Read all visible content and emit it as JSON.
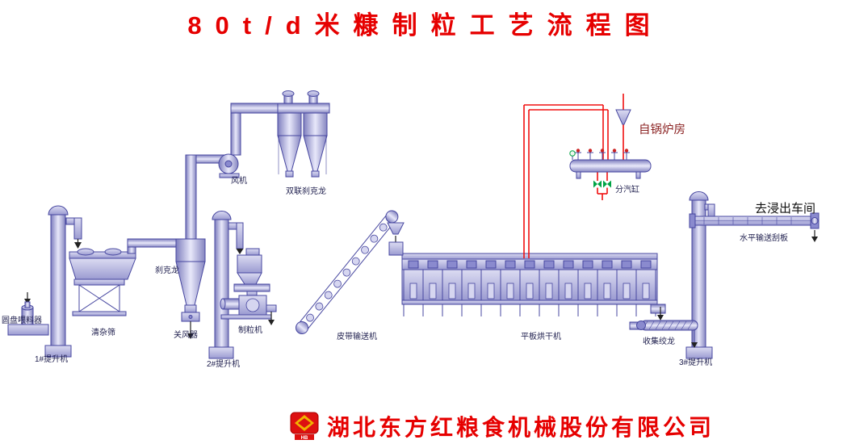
{
  "title": "80t/d米糠制粒工艺流程图",
  "footer": {
    "company": "湖北东方红粮食机械股份有限公司",
    "logo_text": "HB"
  },
  "colors": {
    "title_red": "#e60000",
    "label_ink": "#1f1f4e",
    "equipment_fill": "#b9b9e2",
    "equipment_stroke": "#4747a0",
    "steam_pipe_red": "#f01010",
    "valve_green": "#00a344"
  },
  "labels": {
    "fan": "风机",
    "double_cyclone": "双联刹克龙",
    "from_boiler_room": "自锅炉房",
    "steam_header": "分汽缸",
    "to_extraction_workshop": "去浸出车间",
    "horizontal_scraper_conveyor": "水平输送刮板",
    "cyclone": "刹克龙",
    "disc_feeder": "圆盘喂料器",
    "cleaning_sieve": "清杂筛",
    "airlock": "关风器",
    "pellet_mill": "制粒机",
    "belt_conveyor": "皮带输送机",
    "flat_plate_dryer": "平板烘干机",
    "collecting_screw": "收集绞龙",
    "elevator_1": "1#提升机",
    "elevator_2": "2#提升机",
    "elevator_3": "3#提升机"
  }
}
